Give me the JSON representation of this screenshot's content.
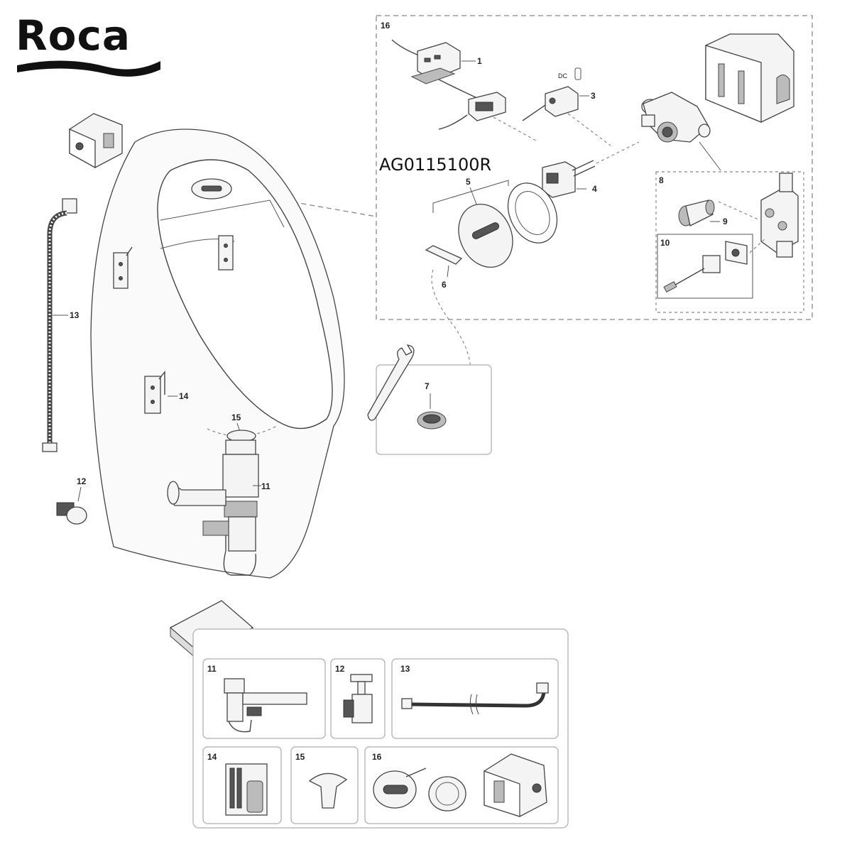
{
  "brand": {
    "logo_text": "Roca",
    "logo_color": "#111111"
  },
  "product_code": "AG0115100R",
  "callouts": {
    "c1": "1",
    "c3": "3",
    "c4": "4",
    "c5": "5",
    "c6": "6",
    "c7": "7",
    "c8": "8",
    "c9": "9",
    "c10": "10",
    "c11": "11",
    "c12": "12",
    "c13": "13",
    "c14": "14",
    "c15": "15",
    "c16": "16"
  },
  "dc_label": "DC",
  "kit_cells": {
    "k11": "11",
    "k12": "12",
    "k13": "13",
    "k14": "14",
    "k15": "15",
    "k16": "16"
  }
}
